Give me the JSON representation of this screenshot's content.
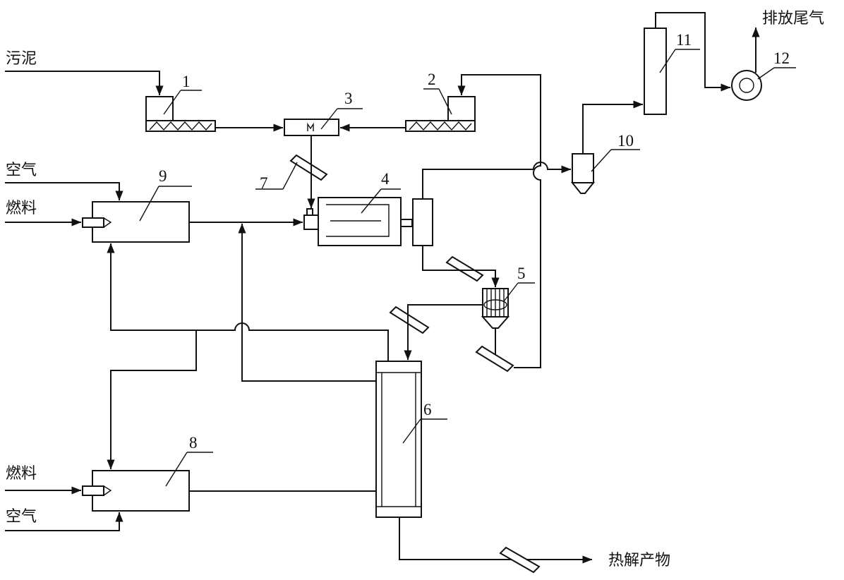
{
  "labels": {
    "sludge": "污泥",
    "air_top": "空气",
    "fuel_top": "燃料",
    "fuel_bottom": "燃料",
    "air_bottom": "空气",
    "exhaust": "排放尾气",
    "product": "热解产物"
  },
  "numbers": {
    "n1": "1",
    "n2": "2",
    "n3": "3",
    "n4": "4",
    "n5": "5",
    "n6": "6",
    "n7": "7",
    "n8": "8",
    "n9": "9",
    "n10": "10",
    "n11": "11",
    "n12": "12"
  },
  "colors": {
    "ink": "#111111",
    "background": "#ffffff"
  }
}
